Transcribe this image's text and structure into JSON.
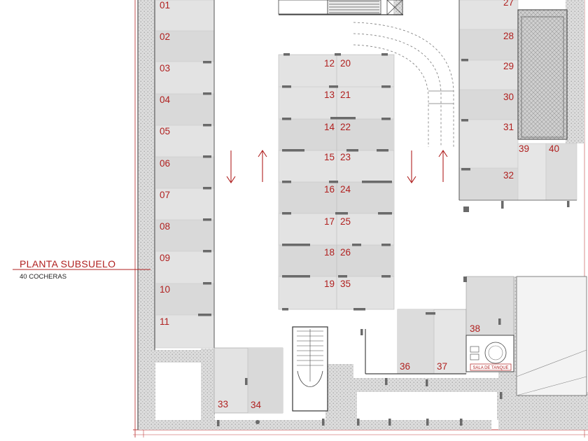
{
  "title": {
    "name": "PLANTA SUBSUELO",
    "subtitle": "40 COCHERAS"
  },
  "tank_room_label": "SALA DE TANQUE",
  "colors": {
    "accent": "#b0201f",
    "space_fill": "#e3e3e3",
    "space_fill_alt": "#d9d9d9",
    "hatch": "#d4d4d4",
    "wall": "#555555"
  },
  "spaces": [
    {
      "id": "01"
    },
    {
      "id": "02"
    },
    {
      "id": "03"
    },
    {
      "id": "04"
    },
    {
      "id": "05"
    },
    {
      "id": "06"
    },
    {
      "id": "07"
    },
    {
      "id": "08"
    },
    {
      "id": "09"
    },
    {
      "id": "10"
    },
    {
      "id": "11"
    },
    {
      "id": "12"
    },
    {
      "id": "13"
    },
    {
      "id": "14"
    },
    {
      "id": "15"
    },
    {
      "id": "16"
    },
    {
      "id": "17"
    },
    {
      "id": "18"
    },
    {
      "id": "19"
    },
    {
      "id": "20"
    },
    {
      "id": "21"
    },
    {
      "id": "22"
    },
    {
      "id": "23"
    },
    {
      "id": "24"
    },
    {
      "id": "25"
    },
    {
      "id": "26"
    },
    {
      "id": "35"
    },
    {
      "id": "27"
    },
    {
      "id": "28"
    },
    {
      "id": "29"
    },
    {
      "id": "30"
    },
    {
      "id": "31"
    },
    {
      "id": "32"
    },
    {
      "id": "39"
    },
    {
      "id": "40"
    },
    {
      "id": "36"
    },
    {
      "id": "37"
    },
    {
      "id": "38"
    },
    {
      "id": "33"
    },
    {
      "id": "34"
    }
  ]
}
